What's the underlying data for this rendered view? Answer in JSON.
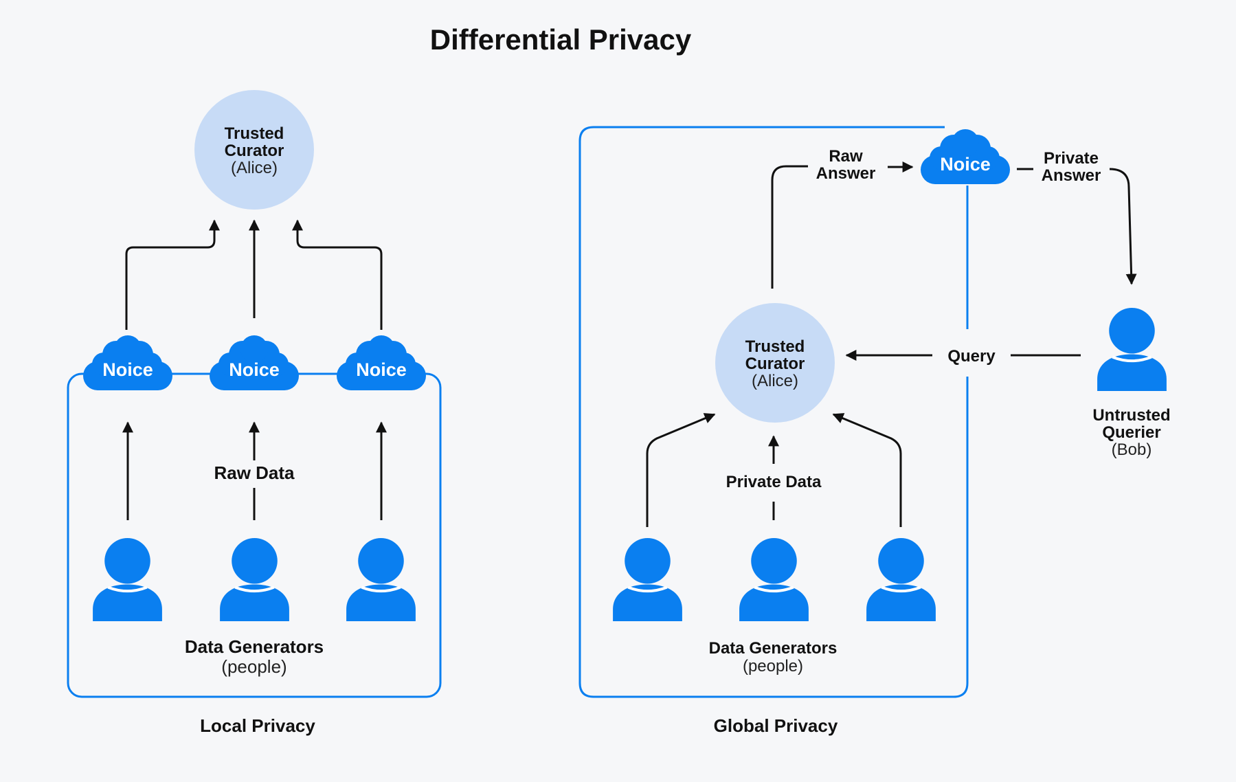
{
  "title": "Differential Privacy",
  "colors": {
    "accent": "#0a7ff0",
    "curator_fill": "#c7dbf6",
    "arrow": "#111111",
    "background": "#f6f7f9"
  },
  "local": {
    "section_label": "Local Privacy",
    "curator": {
      "line1": "Trusted",
      "line2": "Curator",
      "line3": "(Alice)"
    },
    "noise_labels": [
      "Noice",
      "Noice",
      "Noice"
    ],
    "edge_label": "Raw Data",
    "generators": {
      "line1": "Data Generators",
      "line2": "(people)"
    }
  },
  "global": {
    "section_label": "Global Privacy",
    "curator": {
      "line1": "Trusted",
      "line2": "Curator",
      "line3": "(Alice)"
    },
    "noise_label": "Noice",
    "raw_answer": {
      "line1": "Raw",
      "line2": "Answer"
    },
    "private_answer": {
      "line1": "Private",
      "line2": "Answer"
    },
    "query": "Query",
    "edge_label": "Private Data",
    "generators": {
      "line1": "Data Generators",
      "line2": "(people)"
    },
    "querier": {
      "line1": "Untrusted",
      "line2": "Querier",
      "line3": "(Bob)"
    }
  }
}
